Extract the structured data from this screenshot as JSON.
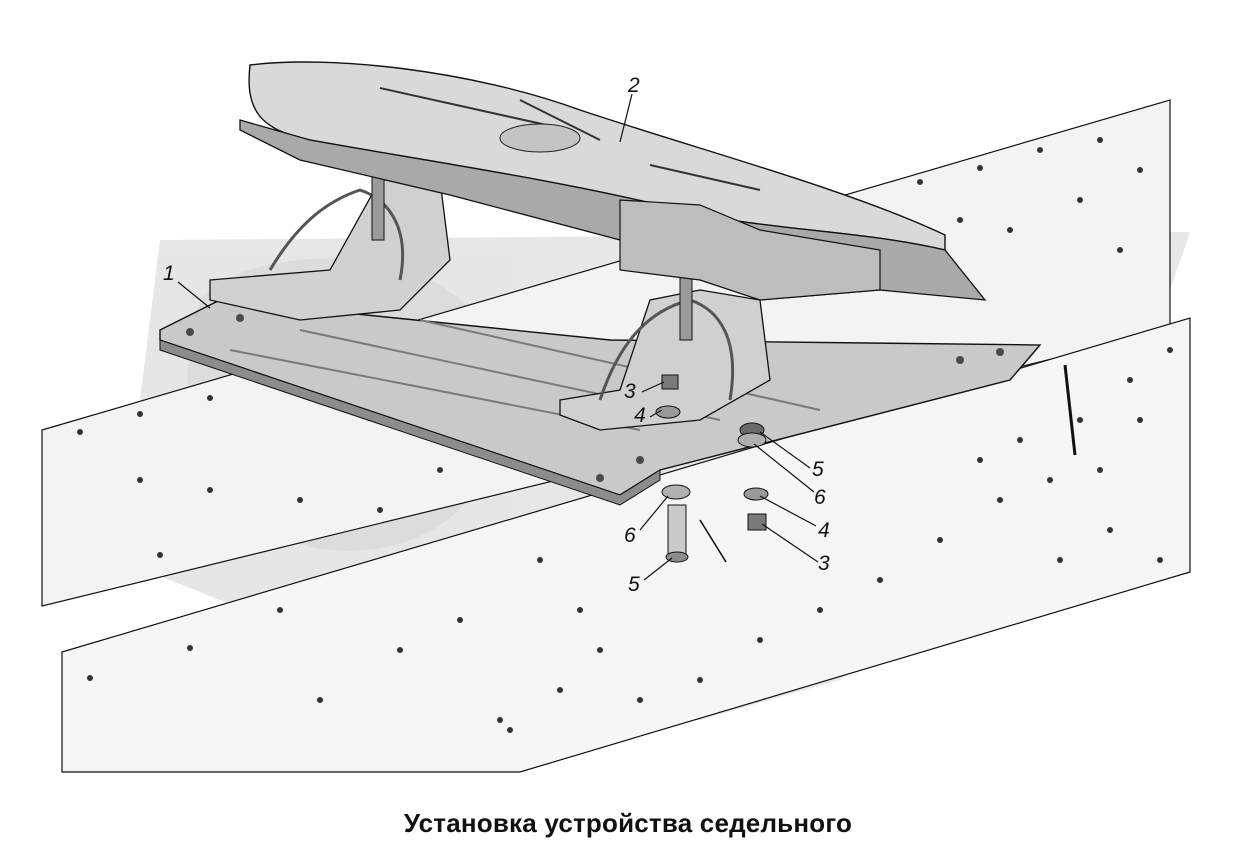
{
  "caption": "Установка устройства седельного",
  "colors": {
    "line": "#111111",
    "part_light": "#d6d6d6",
    "part_mid": "#b4b4b4",
    "part_dark": "#8c8c8c",
    "watermark": "#d9d9d9",
    "frame_fill": "#efefef"
  },
  "callouts": [
    {
      "id": "1",
      "text": "1"
    },
    {
      "id": "2",
      "text": "2"
    },
    {
      "id": "3a",
      "text": "3"
    },
    {
      "id": "4a",
      "text": "4"
    },
    {
      "id": "5a",
      "text": "5"
    },
    {
      "id": "6a",
      "text": "6"
    },
    {
      "id": "4b",
      "text": "4"
    },
    {
      "id": "3b",
      "text": "3"
    },
    {
      "id": "6b",
      "text": "6"
    },
    {
      "id": "5b",
      "text": "5"
    }
  ]
}
